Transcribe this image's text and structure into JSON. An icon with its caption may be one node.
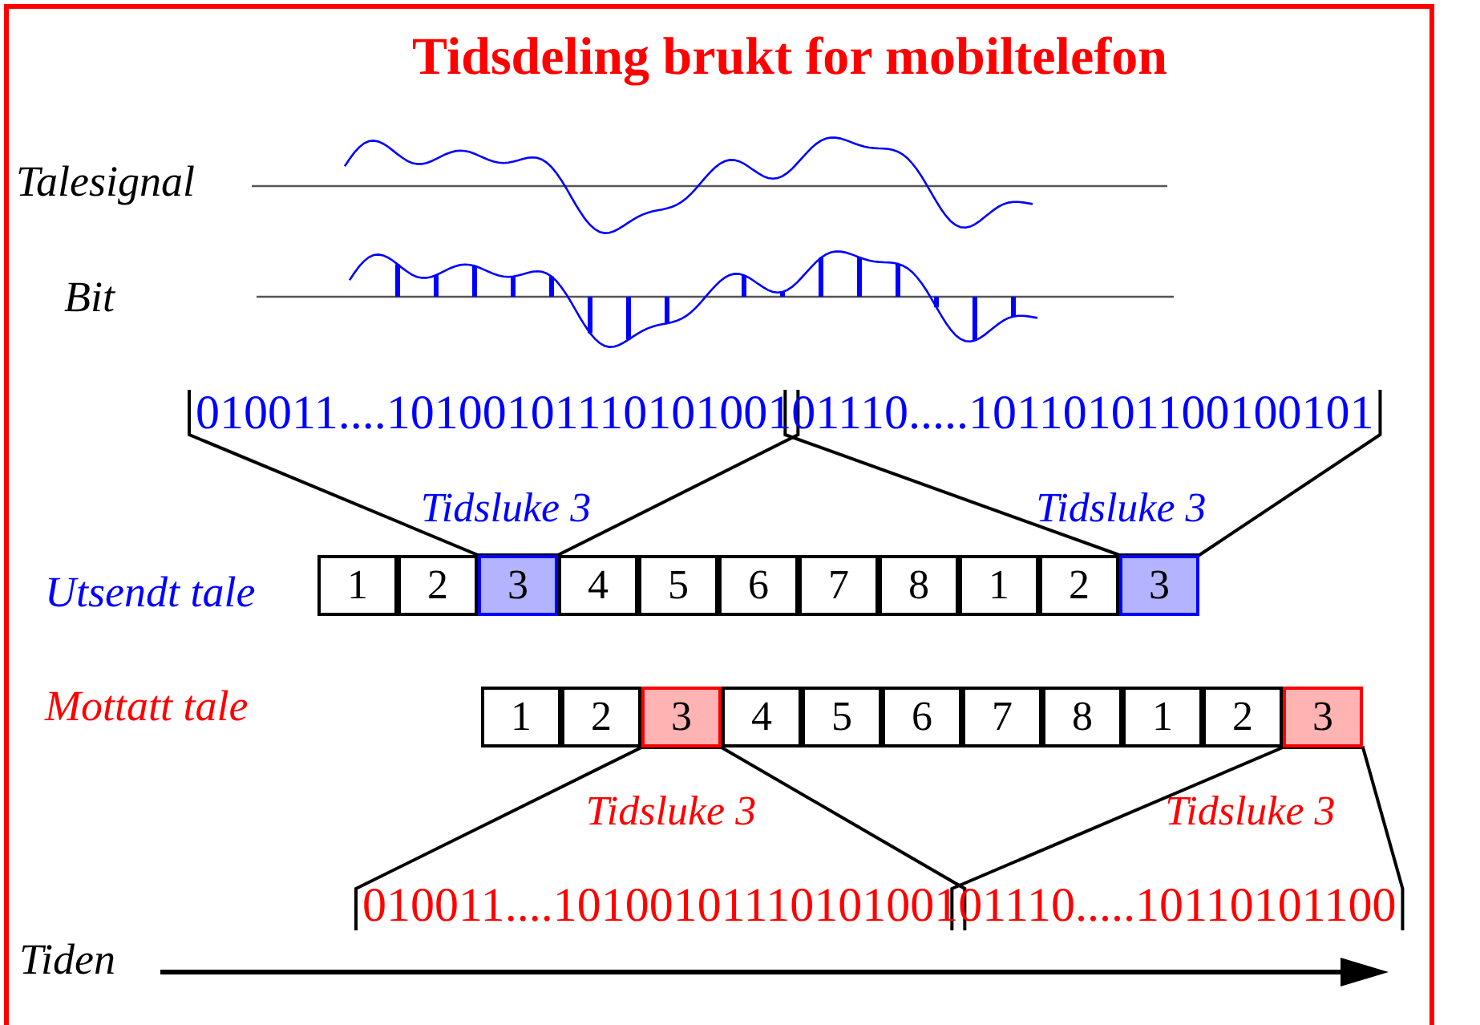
{
  "diagram": {
    "title": "Tidsdeling brukt for mobiltelefon",
    "nodes": [
      {
        "text": [
          "010011....10100101110101001"
        ]
      },
      {
        "text": [
          "01110.....10110101100100101"
        ]
      },
      {
        "text": [
          "1"
        ]
      },
      {
        "text": [
          "2"
        ]
      },
      {
        "text": [
          "3"
        ]
      },
      {
        "text": [
          "4"
        ]
      },
      {
        "text": [
          "5"
        ]
      },
      {
        "text": [
          "6"
        ]
      },
      {
        "text": [
          "7"
        ]
      },
      {
        "text": [
          "8"
        ]
      },
      {
        "text": [
          "1"
        ]
      },
      {
        "text": [
          "2"
        ]
      },
      {
        "text": [
          "3"
        ]
      },
      {
        "text": [
          "1"
        ]
      },
      {
        "text": [
          "2"
        ]
      },
      {
        "text": [
          "3"
        ]
      },
      {
        "text": [
          "4"
        ]
      },
      {
        "text": [
          "5"
        ]
      },
      {
        "text": [
          "6"
        ]
      },
      {
        "text": [
          "7"
        ]
      },
      {
        "text": [
          "8"
        ]
      },
      {
        "text": [
          "1"
        ]
      },
      {
        "text": [
          "2"
        ]
      },
      {
        "text": [
          "3"
        ]
      },
      {
        "text": [
          "010011....10100101110101001"
        ]
      },
      {
        "text": [
          "01110.....10110101100"
        ]
      }
    ],
    "edges": [
      {
        "from": 0,
        "to": 4,
        "arrow": "none",
        "label": "Tidsluke 3"
      },
      {
        "from": 1,
        "to": 12,
        "arrow": "none",
        "label": "Tidsluke 3"
      },
      {
        "from": 15,
        "to": 24,
        "arrow": "none",
        "label": "Tidsluke 3"
      },
      {
        "from": 23,
        "to": 25,
        "arrow": "none",
        "label": "Tidsluke 3"
      }
    ],
    "labels": [
      "Talesignal",
      "Bit",
      "Utsendt tale",
      "Mottatt tale",
      "Tiden"
    ]
  }
}
